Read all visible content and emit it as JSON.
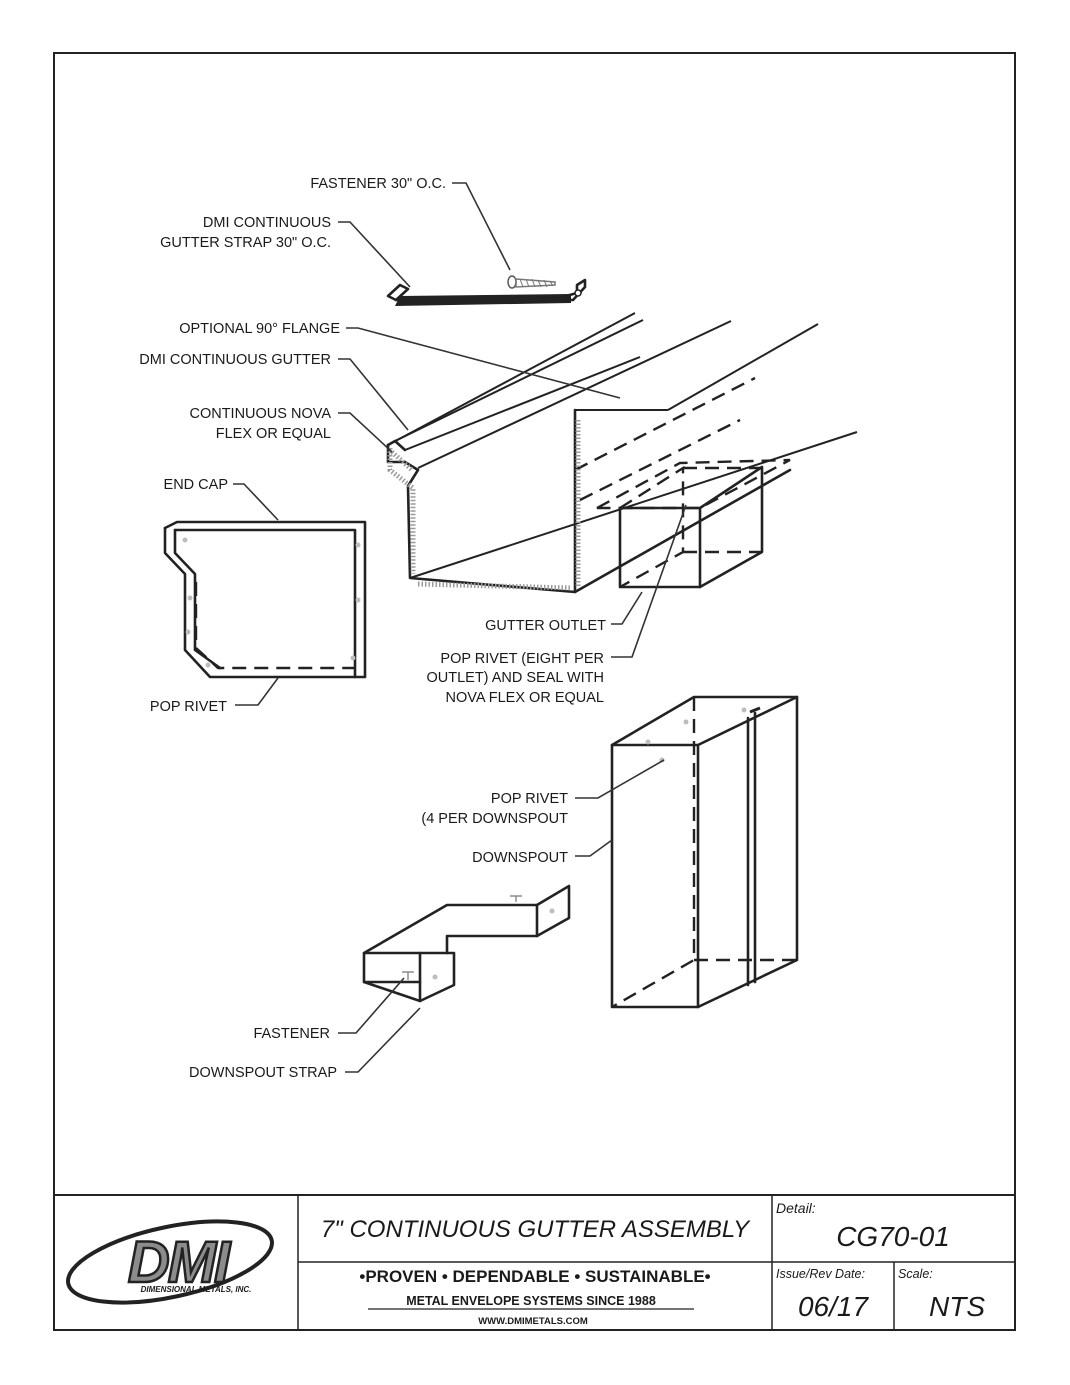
{
  "callouts": {
    "fastener_30": "FASTENER 30\" O.C.",
    "gutter_strap_l1": "DMI CONTINUOUS",
    "gutter_strap_l2": "GUTTER STRAP 30\" O.C.",
    "optional_flange": "OPTIONAL 90° FLANGE",
    "continuous_gutter": "DMI CONTINUOUS GUTTER",
    "nova_flex_l1": "CONTINUOUS NOVA",
    "nova_flex_l2": "FLEX OR EQUAL",
    "end_cap": "END CAP",
    "gutter_outlet": "GUTTER OUTLET",
    "pop_rivet_outlet_l1": "POP RIVET (EIGHT PER",
    "pop_rivet_outlet_l2": "OUTLET) AND SEAL WITH",
    "pop_rivet_outlet_l3": "NOVA FLEX OR EQUAL",
    "pop_rivet_endcap": "POP RIVET",
    "pop_rivet_downspout_l1": "POP RIVET",
    "pop_rivet_downspout_l2": "(4 PER DOWNSPOUT",
    "downspout": "DOWNSPOUT",
    "fastener": "FASTENER",
    "downspout_strap": "DOWNSPOUT STRAP"
  },
  "title_block": {
    "logo_text": "DMI",
    "logo_subtext": "DIMENSIONAL METALS, INC.",
    "drawing_title": "7\" CONTINUOUS GUTTER ASSEMBLY",
    "tagline": "•PROVEN • DEPENDABLE • SUSTAINABLE•",
    "since": "METAL ENVELOPE SYSTEMS SINCE 1988",
    "website": "WWW.DMIMETALS.COM",
    "detail_label": "Detail:",
    "detail_value": "CG70-01",
    "issue_label": "Issue/Rev Date:",
    "issue_value": "06/17",
    "scale_label": "Scale:",
    "scale_value": "NTS"
  },
  "colors": {
    "line": "#222222",
    "seal": "#9a9a9a",
    "logo_gray": "#8c8c8c"
  }
}
